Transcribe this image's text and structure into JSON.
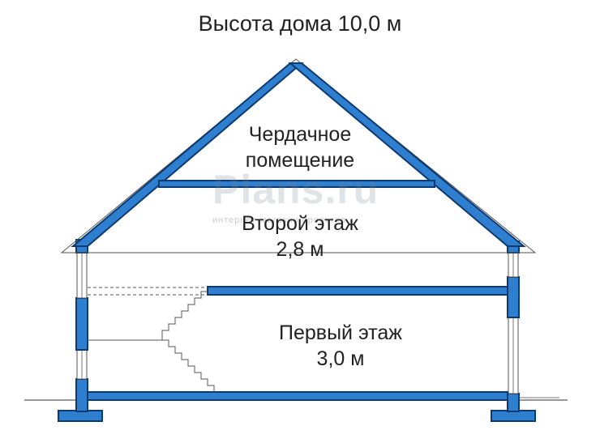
{
  "title": "Высота дома 10,0 м",
  "attic": {
    "line1": "Чердачное",
    "line2": "помещение"
  },
  "second_floor": {
    "name": "Второй этаж",
    "height": "2,8 м"
  },
  "first_floor": {
    "name": "Первый этаж",
    "height": "3,0 м"
  },
  "watermark": {
    "main": "Plans.ru",
    "sub": "интернет-магазин проектов"
  },
  "colors": {
    "structure": "#2e7fd0",
    "outline": "#0d3a6e",
    "text": "#222222"
  }
}
